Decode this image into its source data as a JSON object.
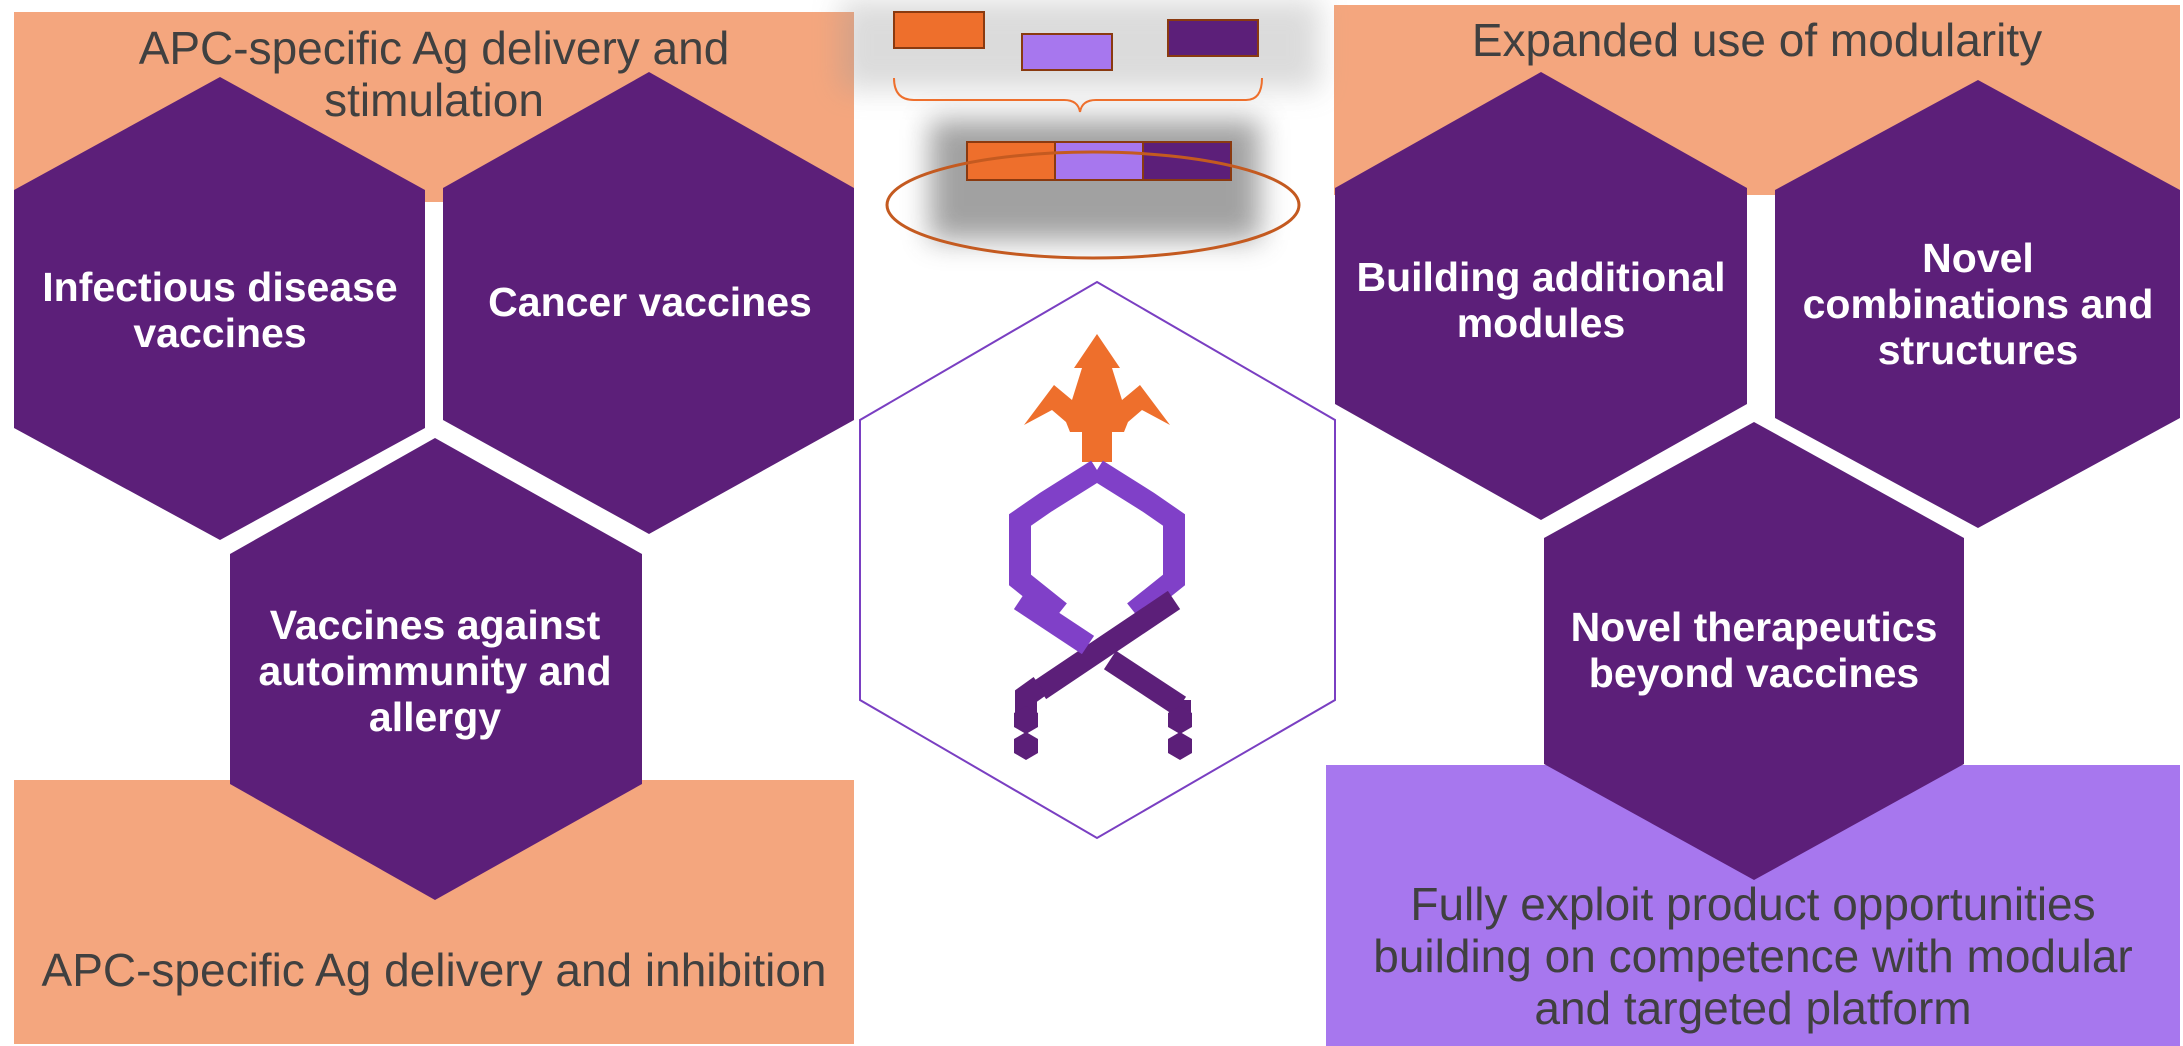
{
  "left_panel": {
    "top_banner": [
      "APC-specific Ag delivery and",
      "stimulation"
    ],
    "bottom_banner": "APC-specific Ag delivery and inhibition",
    "hexagons": [
      {
        "lines": [
          "Infectious disease",
          "vaccines"
        ]
      },
      {
        "lines": [
          "Cancer vaccines"
        ]
      },
      {
        "lines": [
          "Vaccines against",
          "autoimmunity and",
          "allergy"
        ]
      }
    ]
  },
  "right_panel": {
    "top_banner": "Expanded use of modularity",
    "bottom_banner": [
      "Fully exploit product opportunities",
      "building on competence with modular",
      "and targeted platform"
    ],
    "hexagons": [
      {
        "lines": [
          "Building additional",
          "modules"
        ]
      },
      {
        "lines": [
          "Novel",
          "combinations and",
          "structures"
        ]
      },
      {
        "lines": [
          "Novel therapeutics",
          "beyond vaccines"
        ]
      }
    ]
  },
  "colors": {
    "purple_dark": "#5c1f79",
    "purple_light": "#a777ee",
    "peach": "#f4a67e",
    "orange": "#ee6f2c",
    "logo_purple": "#8040c8"
  },
  "center": {
    "module_blocks": [
      "orange",
      "purple_light",
      "purple_dark"
    ],
    "logo": "platform-logo-icon"
  }
}
